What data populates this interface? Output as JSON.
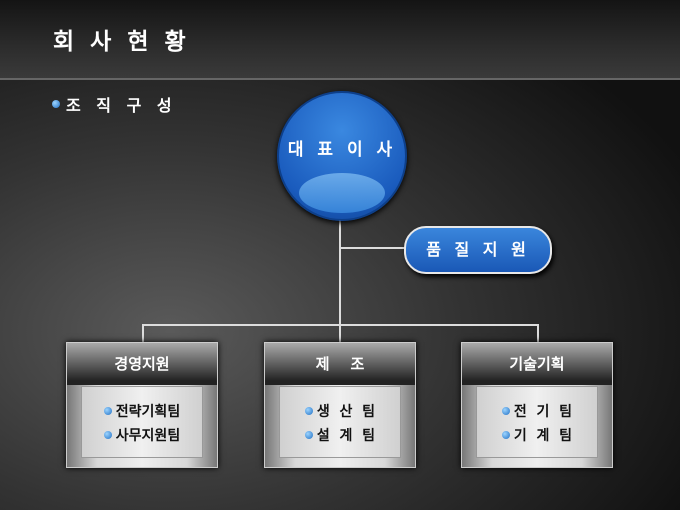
{
  "title": "회 사 현 황",
  "section": "조 직 구 성",
  "ceo": "대 표 이 사",
  "quality": "품 질 지 원",
  "departments": [
    {
      "name": "경영지원",
      "teams": [
        "전략기획팀",
        "사무지원팀"
      ]
    },
    {
      "name": "제    조",
      "teams": [
        "생  산  팀",
        "설  계  팀"
      ]
    },
    {
      "name": "기술기획",
      "teams": [
        "전  기  팀",
        "기  계  팀"
      ]
    }
  ]
}
